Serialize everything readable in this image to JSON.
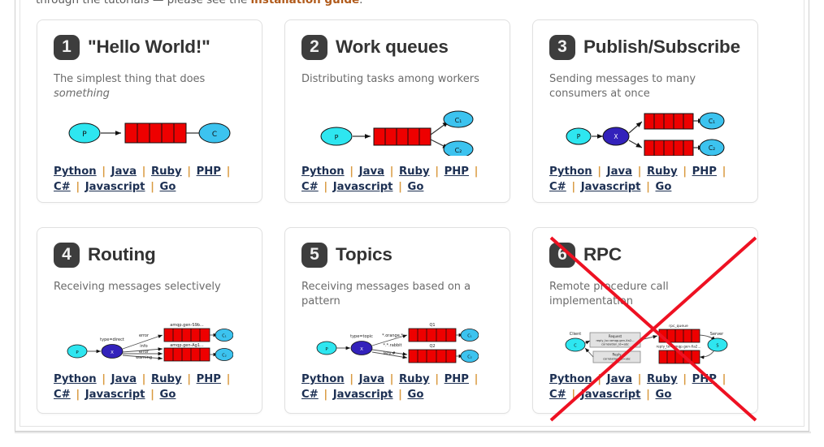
{
  "intro": {
    "text_before": "through the tutorials — please see the ",
    "link_text": "installation guide",
    "text_after": "."
  },
  "langs": {
    "separator": "|",
    "items": [
      "Python",
      "Java",
      "Ruby",
      "PHP",
      "C#",
      "Javascript",
      "Go"
    ]
  },
  "cards": [
    {
      "number": "1",
      "title": "\"Hello World!\"",
      "desc_plain": "The simplest thing that does ",
      "desc_em": "something",
      "diagram": {
        "name": "hello-world-diagram",
        "producer": "P",
        "consumers": [
          "C"
        ],
        "queues": [
          ""
        ],
        "exchange": null,
        "labels": []
      }
    },
    {
      "number": "2",
      "title": "Work queues",
      "desc_plain": "Distributing tasks among workers",
      "desc_em": "",
      "diagram": {
        "name": "work-queues-diagram",
        "producer": "P",
        "consumers": [
          "C₁",
          "C₂"
        ],
        "queues": [
          ""
        ],
        "exchange": null,
        "labels": []
      }
    },
    {
      "number": "3",
      "title": "Publish/Subscribe",
      "desc_plain": "Sending messages to many consumers at once",
      "desc_em": "",
      "diagram": {
        "name": "publish-subscribe-diagram",
        "producer": "P",
        "consumers": [
          "C₁",
          "C₂"
        ],
        "queues": [
          "",
          ""
        ],
        "exchange": "X",
        "labels": []
      }
    },
    {
      "number": "4",
      "title": "Routing",
      "desc_plain": "Receiving messages selectively",
      "desc_em": "",
      "diagram": {
        "name": "routing-diagram",
        "producer": "P",
        "consumers": [
          "C₁",
          "C₂"
        ],
        "queues": [
          "amqp.gen-S9b...",
          "amqp.gen-Ag1..."
        ],
        "exchange": "X",
        "exchange_type": "type=direct",
        "labels": [
          "error",
          "info",
          "error",
          "warning"
        ]
      }
    },
    {
      "number": "5",
      "title": "Topics",
      "desc_plain": "Receiving messages based on a pattern",
      "desc_em": "",
      "diagram": {
        "name": "topics-diagram",
        "producer": "P",
        "consumers": [
          "C₁",
          "C₂"
        ],
        "queues": [
          "Q1",
          "Q2"
        ],
        "exchange": "X",
        "exchange_type": "type=topic",
        "labels": [
          "*.orange.*",
          "*.*.rabbit",
          "lazy.#"
        ]
      }
    },
    {
      "number": "6",
      "title": "RPC",
      "desc_plain": "Remote procedure call implementation",
      "desc_em": "",
      "struck_out": true,
      "diagram": {
        "name": "rpc-diagram",
        "client": "Client",
        "client_node": "C",
        "server": "Server",
        "server_node": "S",
        "queues": [
          "rpc_queue",
          ""
        ],
        "labels": [
          "Request",
          "reply_to=amqp.gen-Xa2...",
          "correlation_id=abc",
          "Reply",
          "correlation_id=abc",
          "reply_to=amqp.gen-Xa2..."
        ]
      }
    }
  ],
  "colors": {
    "producer": "#2ee6f0",
    "consumer": "#3cc3ef",
    "exchange": "#3322bb",
    "queue": "#ee0000",
    "badge_bg": "#3d3d3d",
    "link": "#1c2f52",
    "separator": "#d99a3f",
    "strike": "#ee1122"
  }
}
